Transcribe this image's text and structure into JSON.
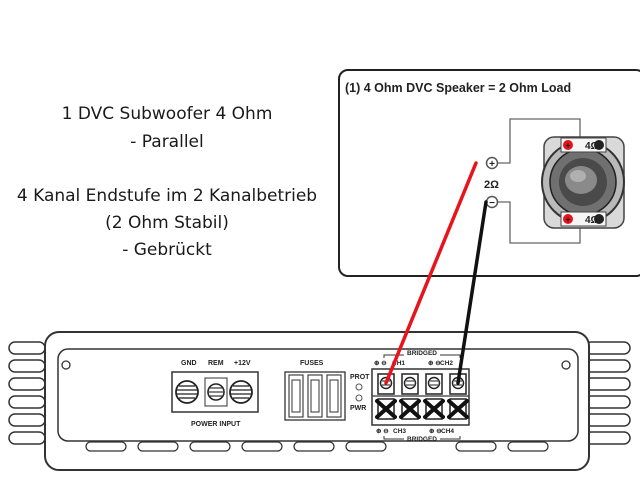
{
  "caption": {
    "line1": "1 DVC Subwoofer 4 Ohm",
    "line2": "- Parallel",
    "line3": "4 Kanal Endstufe im 2 Kanalbetrieb",
    "line4": "(2 Ohm Stabil)",
    "line5": "- Gebrückt"
  },
  "speaker_box": {
    "title": "(1) 4 Ohm DVC Speaker = 2 Ohm Load",
    "load_label": "2Ω",
    "coil_top_label": "4Ω",
    "coil_bottom_label": "4Ω",
    "plus_sign": "+",
    "minus_sign": "−"
  },
  "amplifier": {
    "gnd_label": "GND",
    "rem_label": "REM",
    "v12_label": "+12V",
    "power_input_label": "POWER INPUT",
    "fuses_label": "FUSES",
    "prot_label": "PROT",
    "pwr_label": "PWR",
    "bridged_top_label": "BRIDGED",
    "bridged_bottom_label": "BRIDGED",
    "ch1_label": "CH1",
    "ch2_label": "CH2",
    "ch3_label": "CH3",
    "ch4_label": "CH4"
  },
  "wires": {
    "positive_color": "#e8141c",
    "negative_color": "#111111"
  }
}
